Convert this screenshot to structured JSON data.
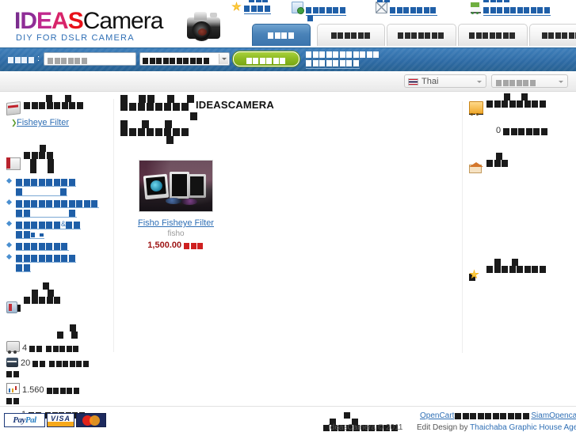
{
  "site": {
    "logo_primary": "IDEAS",
    "logo_secondary": "Camera",
    "logo_tagline": "DIY FOR DSLR CAMERA",
    "logo_letters": [
      "I",
      "D",
      "E",
      "A",
      "S"
    ],
    "accent_purple": "#7b2d8e",
    "accent_red": "#e8121a",
    "accent_blue": "#2f6fb5",
    "accent_green": "#8dba22"
  },
  "top_links": [
    {
      "icon": "star-icon",
      "label_boxes": 4,
      "label": "■■■■"
    },
    {
      "icon": "page-add-icon",
      "label_boxes": 6,
      "label": "■■■■■■"
    },
    {
      "icon": "envelope-icon",
      "label_boxes": 7,
      "label": "■■■■■■■"
    },
    {
      "icon": "cart-icon",
      "label_boxes": 10,
      "label": "■■■■■■■■■■"
    }
  ],
  "tabs": [
    {
      "boxes": 4,
      "active": true
    },
    {
      "boxes": 6,
      "active": false
    },
    {
      "boxes": 7,
      "active": false
    },
    {
      "boxes": 7,
      "active": false
    },
    {
      "boxes": 6,
      "active": false
    }
  ],
  "search": {
    "label_boxes": 4,
    "colon": ":",
    "input_placeholder_boxes": 6,
    "input_value": "",
    "category_select_boxes": 10,
    "button_boxes": 6,
    "right_note_line1_boxes": 11,
    "right_note_line2_boxes": 8
  },
  "language": {
    "flag": "thailand-flag",
    "selected": "Thai"
  },
  "currency": {
    "selected_boxes": 6
  },
  "sidebar_left": {
    "categories": {
      "icon": "folder-icon",
      "title_boxes": 11,
      "items": [
        {
          "label": "Fisheye Filter"
        }
      ]
    },
    "information": {
      "icon": "book-icon",
      "title_boxes": 10,
      "items": [
        {
          "boxes": 8,
          "boxes2": 2
        },
        {
          "boxes": 11,
          "boxes2": 3
        },
        {
          "boxes": 7,
          "amp": "&",
          "boxes2": 5
        },
        {
          "boxes": 7
        },
        {
          "boxes": 8,
          "boxes2": 2
        }
      ]
    },
    "whats_new": {
      "icon": "tube-icon",
      "title_boxes": 9
    },
    "statistics": {
      "rows": [
        {
          "icon": "truck-icon",
          "value": "4",
          "boxes": 9
        },
        {
          "icon": "card-icon",
          "value": "20",
          "boxes": 10
        },
        {
          "icon": "chart-icon",
          "value": "1.560",
          "boxes": 7
        },
        {
          "icon": "",
          "value": "1",
          "boxes": 9
        }
      ]
    }
  },
  "main": {
    "heading_boxes_line1": 5,
    "heading_boxes_line2": 8,
    "heading_boxes_line3": 4,
    "heading_boxes_line4": 8,
    "brand_name": "IDEASCAMERA",
    "products": [
      {
        "image": "fisheye-filter-photo",
        "name": "Fisho Fisheye Filter",
        "brand": "fisho",
        "price": "1,500.00",
        "currency_boxes": 3
      }
    ]
  },
  "sidebar_right": {
    "cart": {
      "icon": "cart-icon",
      "title_boxes": 10,
      "count": "0",
      "count_label_boxes": 6
    },
    "specials": {
      "icon": "house-icon",
      "title_boxes": 4
    },
    "bestsellers": {
      "icon": "star-icon",
      "title_boxes": 9
    }
  },
  "footer": {
    "copyright": "IdeasCamera © 2011",
    "credit_prefix": "Edit Design by ",
    "credit_link": "Thaichaba Graphic House Agency",
    "links": [
      {
        "label": "OpenCart"
      },
      {
        "label": "SiamOpencart"
      }
    ],
    "middle_boxes": 10,
    "link_gap_boxes": 10,
    "payments": [
      {
        "name": "PayPal",
        "part_a": "Pay",
        "part_b": "Pal"
      },
      {
        "name": "VISA",
        "text": "VISA"
      },
      {
        "name": "MasterCard",
        "text": ""
      }
    ]
  }
}
